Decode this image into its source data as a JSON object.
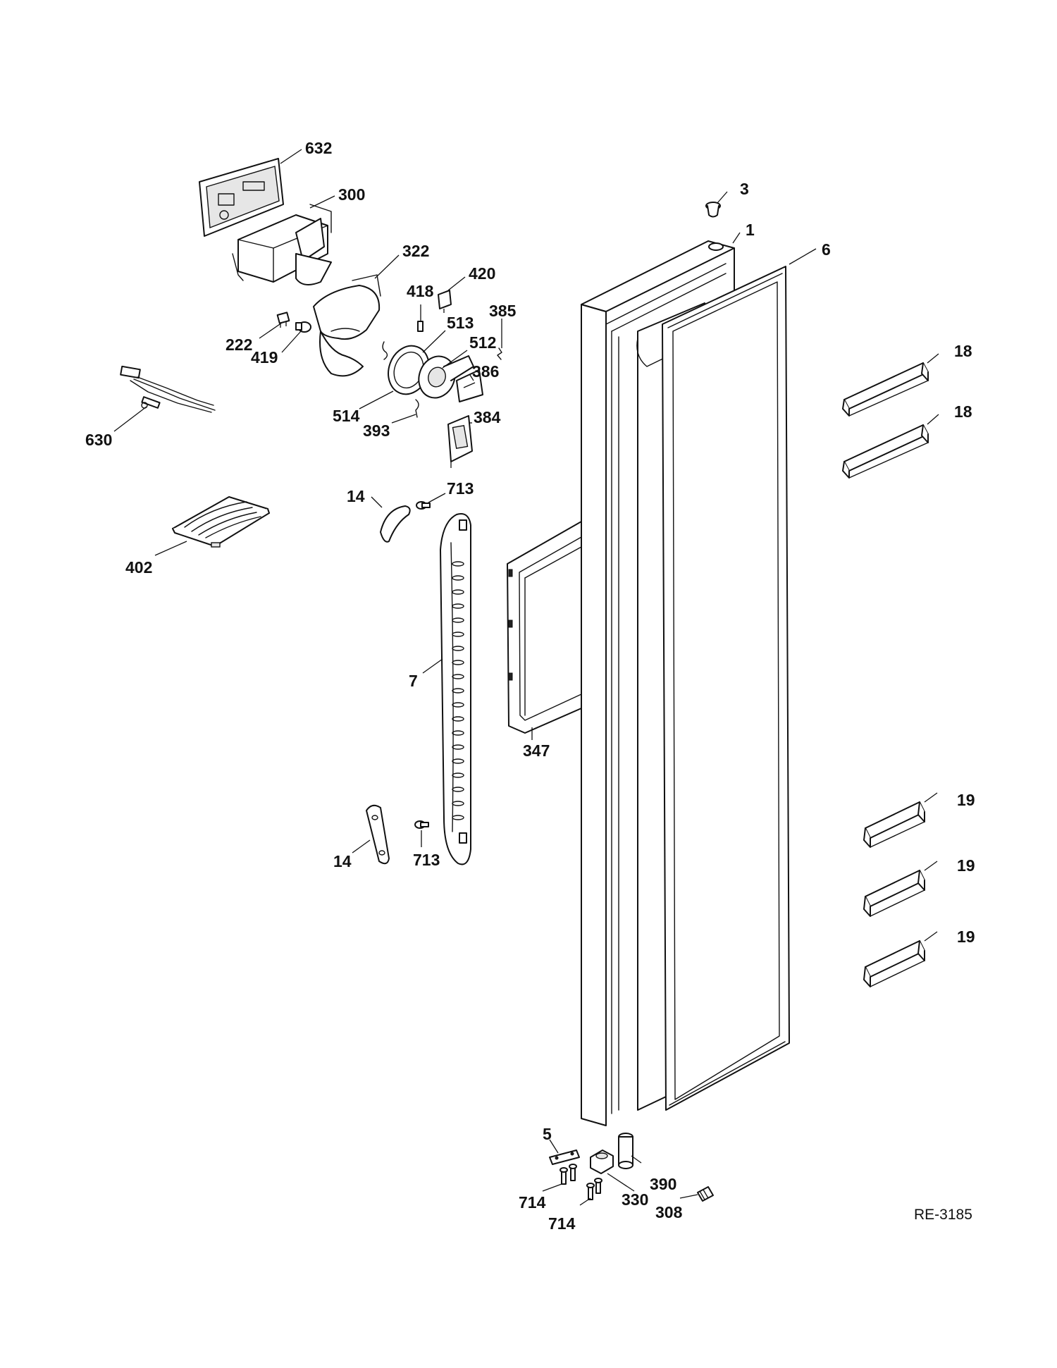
{
  "diagram_ref": "RE-3185",
  "labels": {
    "l632": "632",
    "l300": "300",
    "l322": "322",
    "l418": "418",
    "l420": "420",
    "l385": "385",
    "l513": "513",
    "l512": "512",
    "l386": "386",
    "l222": "222",
    "l419": "419",
    "l514": "514",
    "l393": "393",
    "l384": "384",
    "l630": "630",
    "l14a": "14",
    "l713a": "713",
    "l402": "402",
    "l7": "7",
    "l347": "347",
    "l14b": "14",
    "l713b": "713",
    "l3": "3",
    "l1": "1",
    "l6": "6",
    "l18a": "18",
    "l18b": "18",
    "l19a": "19",
    "l19b": "19",
    "l19c": "19",
    "l5": "5",
    "l390": "390",
    "l714a": "714",
    "l330": "330",
    "l714b": "714",
    "l308": "308"
  }
}
